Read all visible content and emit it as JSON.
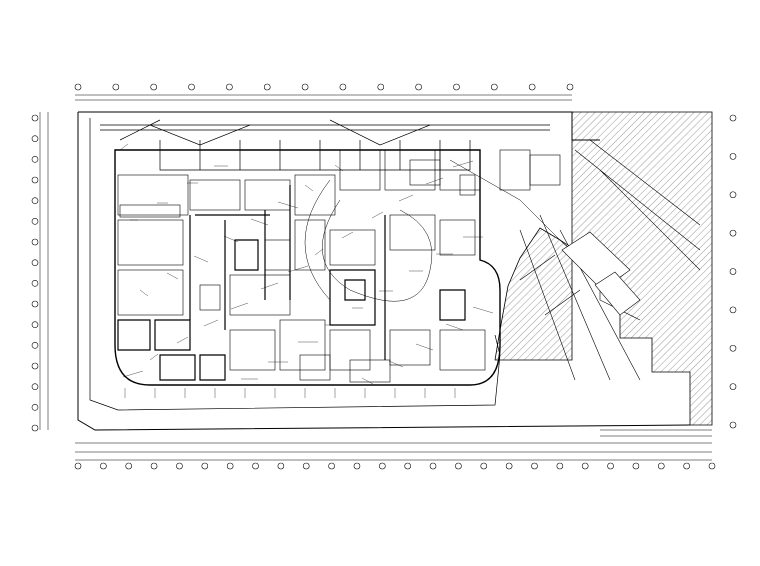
{
  "drawing": {
    "grid_marker_count_top": 14,
    "grid_marker_count_bottom": 26,
    "grid_marker_count_left": 16,
    "grid_marker_count_right": 9,
    "hatched_zone": "site-beyond-boundary"
  }
}
